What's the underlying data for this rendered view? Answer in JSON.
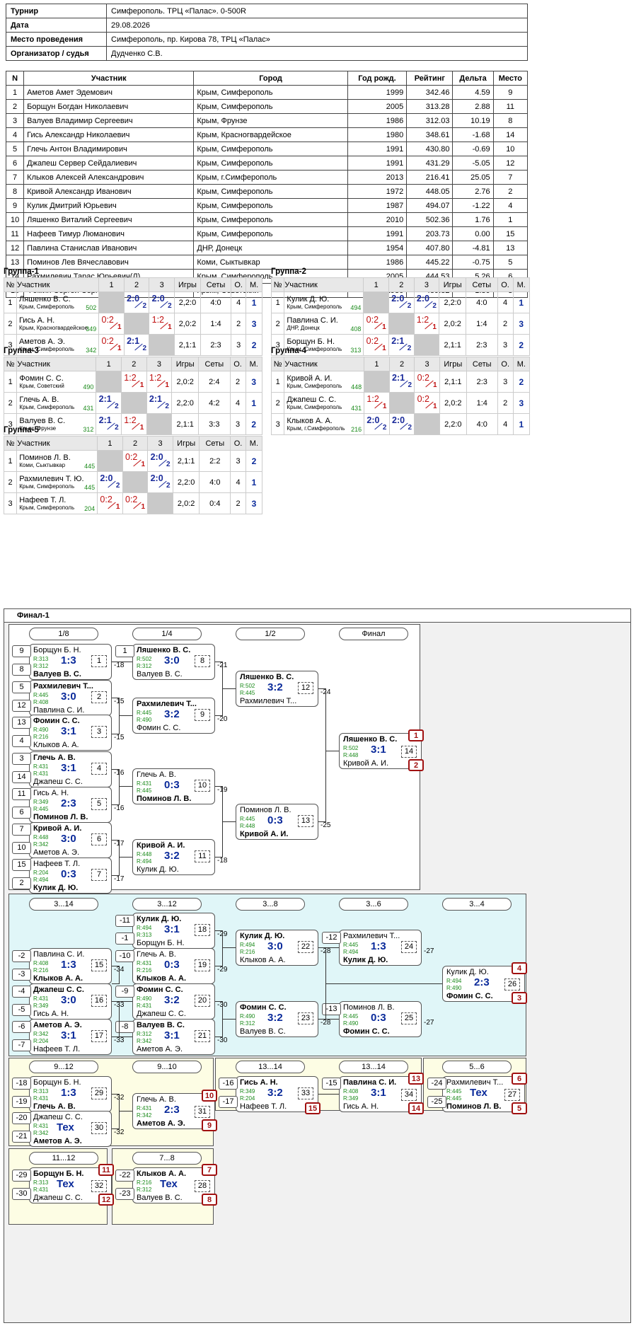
{
  "info": {
    "rows": [
      {
        "key": "Турнир",
        "value": "Симферополь. ТРЦ «Палас». 0-500R"
      },
      {
        "key": "Дата",
        "value": "29.08.2026"
      },
      {
        "key": "Место проведения",
        "value": "Симферополь, пр. Кирова 78, ТРЦ «Палас»"
      },
      {
        "key": "Организатор / судья",
        "value": "Дудченко С.В."
      }
    ]
  },
  "players": {
    "headers": [
      "N",
      "Участник",
      "Город",
      "Год рожд.",
      "Рейтинг",
      "Дельта",
      "Место"
    ],
    "rows": [
      [
        "1",
        "Аметов Амет Эдемович",
        "Крым, Симферополь",
        "1999",
        "342.46",
        "4.59",
        "9"
      ],
      [
        "2",
        "Борщун Богдан Николаевич",
        "Крым, Симферополь",
        "2005",
        "313.28",
        "2.88",
        "11"
      ],
      [
        "3",
        "Валуев Владимир Сергеевич",
        "Крым, Фрунзе",
        "1986",
        "312.03",
        "10.19",
        "8"
      ],
      [
        "4",
        "Гись Александр Николаевич",
        "Крым, Красногвардейское",
        "1980",
        "348.61",
        "-1.68",
        "14"
      ],
      [
        "5",
        "Глечь Антон Владимирович",
        "Крым, Симферополь",
        "1991",
        "430.80",
        "-0.69",
        "10"
      ],
      [
        "6",
        "Джапеш Сервер Сейдалиевич",
        "Крым, Симферополь",
        "1991",
        "431.29",
        "-5.05",
        "12"
      ],
      [
        "7",
        "Клыков Алексей Александрович",
        "Крым, г.Симферополь",
        "2013",
        "216.41",
        "25.05",
        "7"
      ],
      [
        "8",
        "Кривой Александр Иванович",
        "Крым, Симферополь",
        "1972",
        "448.05",
        "2.76",
        "2"
      ],
      [
        "9",
        "Кулик Дмитрий Юрьевич",
        "Крым, Симферополь",
        "1987",
        "494.07",
        "-1.22",
        "4"
      ],
      [
        "10",
        "Ляшенко Виталий Сергеевич",
        "Крым, Симферополь",
        "2010",
        "502.36",
        "1.76",
        "1"
      ],
      [
        "11",
        "Нафеев Тимур Люманович",
        "Крым, Симферополь",
        "1991",
        "203.73",
        "0.00",
        "15"
      ],
      [
        "12",
        "Павлина Станислав Иванович",
        "ДНР, Донецк",
        "1954",
        "407.80",
        "-4.81",
        "13"
      ],
      [
        "13",
        "Поминов Лев Вячеславович",
        "Коми, Сыктывкар",
        "1986",
        "445.22",
        "-0.75",
        "5"
      ],
      [
        "14",
        "Рахмилевич Тарас Юрьевич(Л)",
        "Крым, Симферополь",
        "2005",
        "444.53",
        "5.26",
        "6"
      ],
      [
        "15",
        "Фомин Сергей Сергеевич",
        "Крым, Советский",
        "1986",
        "489.82",
        "-1.80",
        "3"
      ]
    ]
  },
  "groups": {
    "headers": [
      "№",
      "Участник",
      "1",
      "2",
      "3",
      "Игры",
      "Сеты",
      "О.",
      "М."
    ],
    "list": [
      {
        "title": "Группа-1",
        "rows": [
          {
            "n": "1",
            "name": "Ляшенко В. С.",
            "city": "Крым, Симферополь",
            "rating": "502",
            "s": [
              "",
              "2:0|2",
              "2:0|2"
            ],
            "games": "2,2:0",
            "sets": "4:0",
            "pts": "4",
            "place": "1"
          },
          {
            "n": "2",
            "name": "Гись А. Н.",
            "city": "Крым, Красногвардейское",
            "rating": "349",
            "s": [
              "0:2|1",
              "",
              "1:2|1"
            ],
            "games": "2,0:2",
            "sets": "1:4",
            "pts": "2",
            "place": "3"
          },
          {
            "n": "3",
            "name": "Аметов А. Э.",
            "city": "Крым, Симферополь",
            "rating": "342",
            "s": [
              "0:2|1",
              "2:1|2",
              ""
            ],
            "games": "2,1:1",
            "sets": "2:3",
            "pts": "3",
            "place": "2"
          }
        ]
      },
      {
        "title": "Группа-2",
        "rows": [
          {
            "n": "1",
            "name": "Кулик Д. Ю.",
            "city": "Крым, Симферополь",
            "rating": "494",
            "s": [
              "",
              "2:0|2",
              "2:0|2"
            ],
            "games": "2,2:0",
            "sets": "4:0",
            "pts": "4",
            "place": "1"
          },
          {
            "n": "2",
            "name": "Павлина С. И.",
            "city": "ДНР, Донецк",
            "rating": "408",
            "s": [
              "0:2|1",
              "",
              "1:2|1"
            ],
            "games": "2,0:2",
            "sets": "1:4",
            "pts": "2",
            "place": "3"
          },
          {
            "n": "3",
            "name": "Борщун Б. Н.",
            "city": "Крым, Симферополь",
            "rating": "313",
            "s": [
              "0:2|1",
              "2:1|2",
              ""
            ],
            "games": "2,1:1",
            "sets": "2:3",
            "pts": "3",
            "place": "2"
          }
        ]
      },
      {
        "title": "Группа-3",
        "rows": [
          {
            "n": "1",
            "name": "Фомин С. С.",
            "city": "Крым, Советский",
            "rating": "490",
            "s": [
              "",
              "1:2|1",
              "1:2|1"
            ],
            "games": "2,0:2",
            "sets": "2:4",
            "pts": "2",
            "place": "3"
          },
          {
            "n": "2",
            "name": "Глечь А. В.",
            "city": "Крым, Симферополь",
            "rating": "431",
            "s": [
              "2:1|2",
              "",
              "2:1|2"
            ],
            "games": "2,2:0",
            "sets": "4:2",
            "pts": "4",
            "place": "1"
          },
          {
            "n": "3",
            "name": "Валуев В. С.",
            "city": "Крым, Фрунзе",
            "rating": "312",
            "s": [
              "2:1|2",
              "1:2|1",
              ""
            ],
            "games": "2,1:1",
            "sets": "3:3",
            "pts": "3",
            "place": "2"
          }
        ]
      },
      {
        "title": "Группа-4",
        "rows": [
          {
            "n": "1",
            "name": "Кривой А. И.",
            "city": "Крым, Симферополь",
            "rating": "448",
            "s": [
              "",
              "2:1|2",
              "0:2|1"
            ],
            "games": "2,1:1",
            "sets": "2:3",
            "pts": "3",
            "place": "2"
          },
          {
            "n": "2",
            "name": "Джапеш С. С.",
            "city": "Крым, Симферополь",
            "rating": "431",
            "s": [
              "1:2|1",
              "",
              "0:2|1"
            ],
            "games": "2,0:2",
            "sets": "1:4",
            "pts": "2",
            "place": "3"
          },
          {
            "n": "3",
            "name": "Клыков А. А.",
            "city": "Крым, г.Симферополь",
            "rating": "216",
            "s": [
              "2:0|2",
              "2:0|2",
              ""
            ],
            "games": "2,2:0",
            "sets": "4:0",
            "pts": "4",
            "place": "1"
          }
        ]
      },
      {
        "title": "Группа-5",
        "rows": [
          {
            "n": "1",
            "name": "Поминов Л. В.",
            "city": "Коми, Сыктывкар",
            "rating": "445",
            "s": [
              "",
              "0:2|1",
              "2:0|2"
            ],
            "games": "2,1:1",
            "sets": "2:2",
            "pts": "3",
            "place": "2"
          },
          {
            "n": "2",
            "name": "Рахмилевич Т. Ю.",
            "city": "Крым, Симферополь",
            "rating": "445",
            "s": [
              "2:0|2",
              "",
              "2:0|2"
            ],
            "games": "2,2:0",
            "sets": "4:0",
            "pts": "4",
            "place": "1"
          },
          {
            "n": "3",
            "name": "Нафеев Т. Л.",
            "city": "Крым, Симферополь",
            "rating": "204",
            "s": [
              "0:2|1",
              "0:2|1",
              ""
            ],
            "games": "2,0:2",
            "sets": "0:4",
            "pts": "2",
            "place": "3"
          }
        ]
      }
    ]
  },
  "final": {
    "title": "Финал-1",
    "rounds": [
      "1/8",
      "1/4",
      "1/2",
      "Финал",
      "3...14",
      "3...12",
      "3...8",
      "3...6",
      "3...4",
      "9...12",
      "9...10",
      "13...14",
      "13...14",
      "5...6",
      "11...12",
      "7...8"
    ],
    "seeds": [
      "9",
      "8",
      "5",
      "12",
      "13",
      "4",
      "3",
      "14",
      "11",
      "6",
      "7",
      "10",
      "15",
      "2",
      "1"
    ],
    "losers": [
      "-18",
      "-15",
      "-15",
      "-16",
      "-16",
      "-17",
      "-17",
      "-21",
      "-20",
      "-19",
      "-18",
      "-24",
      "-25",
      "-29",
      "-29",
      "-34",
      "-33",
      "-33",
      "-30",
      "-30",
      "-28",
      "-28",
      "-27",
      "-27",
      "-32",
      "-32"
    ],
    "drops": [
      "-11",
      "-1",
      "-10",
      "-9",
      "-8",
      "-2",
      "-3",
      "-4",
      "-5",
      "-6",
      "-7",
      "-12",
      "-13",
      "-18",
      "-19",
      "-20",
      "-21",
      "-16",
      "-17",
      "-15",
      "-24",
      "-25",
      "-29",
      "-30",
      "-22",
      "-23"
    ],
    "matches": [
      {
        "id": "1",
        "p1": "Борщун Б. Н.",
        "r1": "R:313",
        "p2": "Валуев В. С.",
        "r2": "R:312",
        "score": "1:3",
        "w": 2
      },
      {
        "id": "2",
        "p1": "Рахмилевич Т...",
        "r1": "R:445",
        "p2": "Павлина С. И.",
        "r2": "R:408",
        "score": "3:0",
        "w": 1
      },
      {
        "id": "3",
        "p1": "Фомин С. С.",
        "r1": "R:490",
        "p2": "Клыков А. А.",
        "r2": "R:216",
        "score": "3:1",
        "w": 1
      },
      {
        "id": "4",
        "p1": "Глечь А. В.",
        "r1": "R:431",
        "p2": "Джапеш С. С.",
        "r2": "R:431",
        "score": "3:1",
        "w": 1
      },
      {
        "id": "5",
        "p1": "Гись А. Н.",
        "r1": "R:349",
        "p2": "Поминов Л. В.",
        "r2": "R:445",
        "score": "2:3",
        "w": 2
      },
      {
        "id": "6",
        "p1": "Кривой А. И.",
        "r1": "R:448",
        "p2": "Аметов А. Э.",
        "r2": "R:342",
        "score": "3:0",
        "w": 1
      },
      {
        "id": "7",
        "p1": "Нафеев Т. Л.",
        "r1": "R:204",
        "p2": "Кулик Д. Ю.",
        "r2": "R:494",
        "score": "0:3",
        "w": 2
      },
      {
        "id": "8",
        "p1": "Ляшенко В. С.",
        "r1": "R:502",
        "p2": "Валуев В. С.",
        "r2": "R:312",
        "score": "3:0",
        "w": 1
      },
      {
        "id": "9",
        "p1": "Рахмилевич Т...",
        "r1": "R:445",
        "p2": "Фомин С. С.",
        "r2": "R:490",
        "score": "3:2",
        "w": 1
      },
      {
        "id": "10",
        "p1": "Глечь А. В.",
        "r1": "R:431",
        "p2": "Поминов Л. В.",
        "r2": "R:445",
        "score": "0:3",
        "w": 2
      },
      {
        "id": "11",
        "p1": "Кривой А. И.",
        "r1": "R:448",
        "p2": "Кулик Д. Ю.",
        "r2": "R:494",
        "score": "3:2",
        "w": 1
      },
      {
        "id": "12",
        "p1": "Ляшенко В. С.",
        "r1": "R:502",
        "p2": "Рахмилевич Т...",
        "r2": "R:445",
        "score": "3:2",
        "w": 1
      },
      {
        "id": "13",
        "p1": "Поминов Л. В.",
        "r1": "R:445",
        "p2": "Кривой А. И.",
        "r2": "R:448",
        "score": "0:3",
        "w": 2
      },
      {
        "id": "14",
        "p1": "Ляшенко В. С.",
        "r1": "R:502",
        "p2": "Кривой А. И.",
        "r2": "R:448",
        "score": "3:1",
        "w": 1,
        "pl1": "1",
        "pl2": "2"
      },
      {
        "id": "18",
        "p1": "Кулик Д. Ю.",
        "r1": "R:494",
        "p2": "Борщун Б. Н.",
        "r2": "R:313",
        "score": "3:1",
        "w": 1
      },
      {
        "id": "19",
        "p1": "Глечь А. В.",
        "r1": "R:431",
        "p2": "Клыков А. А.",
        "r2": "R:216",
        "score": "0:3",
        "w": 2
      },
      {
        "id": "15",
        "p1": "Павлина С. И.",
        "r1": "R:408",
        "p2": "Клыков А. А.",
        "r2": "R:216",
        "score": "1:3",
        "w": 2
      },
      {
        "id": "16",
        "p1": "Джапеш С. С.",
        "r1": "R:431",
        "p2": "Гись А. Н.",
        "r2": "R:349",
        "score": "3:0",
        "w": 1
      },
      {
        "id": "17",
        "p1": "Аметов А. Э.",
        "r1": "R:342",
        "p2": "Нафеев Т. Л.",
        "r2": "R:204",
        "score": "3:1",
        "w": 1
      },
      {
        "id": "20",
        "p1": "Фомин С. С.",
        "r1": "R:490",
        "p2": "Джапеш С. С.",
        "r2": "R:431",
        "score": "3:2",
        "w": 1
      },
      {
        "id": "21",
        "p1": "Валуев В. С.",
        "r1": "R:312",
        "p2": "Аметов А. Э.",
        "r2": "R:342",
        "score": "3:1",
        "w": 1
      },
      {
        "id": "22",
        "p1": "Кулик Д. Ю.",
        "r1": "R:494",
        "p2": "Клыков А. А.",
        "r2": "R:216",
        "score": "3:0",
        "w": 1
      },
      {
        "id": "23",
        "p1": "Фомин С. С.",
        "r1": "R:490",
        "p2": "Валуев В. С.",
        "r2": "R:312",
        "score": "3:2",
        "w": 1
      },
      {
        "id": "24",
        "p1": "Рахмилевич Т...",
        "r1": "R:445",
        "p2": "Кулик Д. Ю.",
        "r2": "R:494",
        "score": "1:3",
        "w": 2
      },
      {
        "id": "25",
        "p1": "Поминов Л. В.",
        "r1": "R:445",
        "p2": "Фомин С. С.",
        "r2": "R:490",
        "score": "0:3",
        "w": 2
      },
      {
        "id": "26",
        "p1": "Кулик Д. Ю.",
        "r1": "R:494",
        "p2": "Фомин С. С.",
        "r2": "R:490",
        "score": "2:3",
        "w": 2,
        "pl1": "4",
        "pl2": "3"
      },
      {
        "id": "29",
        "p1": "Борщун Б. Н.",
        "r1": "R:313",
        "p2": "Глечь А. В.",
        "r2": "R:431",
        "score": "1:3",
        "w": 2
      },
      {
        "id": "30",
        "p1": "Джапеш С. С.",
        "r1": "R:431",
        "p2": "Аметов А. Э.",
        "r2": "R:342",
        "score": "Тех",
        "w": 2
      },
      {
        "id": "31",
        "p1": "Глечь А. В.",
        "r1": "R:431",
        "p2": "Аметов А. Э.",
        "r2": "R:342",
        "score": "2:3",
        "w": 2,
        "pl1": "10",
        "pl2": "9"
      },
      {
        "id": "33",
        "p1": "Гись А. Н.",
        "r1": "R:349",
        "p2": "Нафеев Т. Л.",
        "r2": "R:204",
        "score": "3:2",
        "w": 1,
        "pl2": "15"
      },
      {
        "id": "34",
        "p1": "Павлина С. И.",
        "r1": "R:408",
        "p2": "Гись А. Н.",
        "r2": "R:349",
        "score": "3:1",
        "w": 1,
        "pl1": "13",
        "pl2": "14"
      },
      {
        "id": "27",
        "p1": "Рахмилевич Т...",
        "r1": "R:445",
        "p2": "Поминов Л. В.",
        "r2": "R:445",
        "score": "Тех",
        "w": 2,
        "pl1": "6",
        "pl2": "5"
      },
      {
        "id": "32",
        "p1": "Борщун Б. Н.",
        "r1": "R:313",
        "p2": "Джапеш С. С.",
        "r2": "R:431",
        "score": "Тех",
        "w": 1,
        "pl1": "11",
        "pl2": "12"
      },
      {
        "id": "28",
        "p1": "Клыков А. А.",
        "r1": "R:216",
        "p2": "Валуев В. С.",
        "r2": "R:312",
        "score": "Тех",
        "w": 1,
        "pl1": "7",
        "pl2": "8"
      }
    ]
  }
}
